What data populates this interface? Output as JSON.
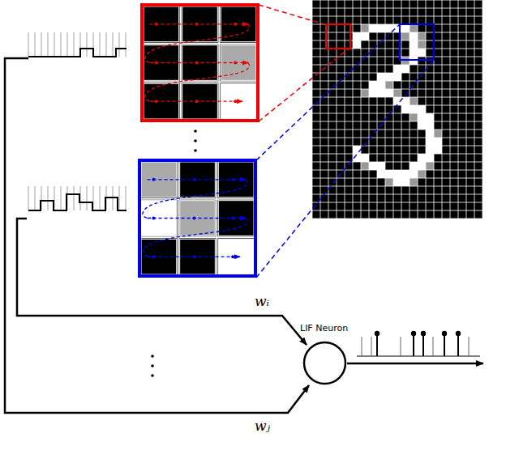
{
  "diagram": {
    "nodes": [
      {
        "text": [
          "LIF Neuron"
        ]
      }
    ],
    "labels": [
      "wᵢ",
      "wⱼ"
    ]
  }
}
